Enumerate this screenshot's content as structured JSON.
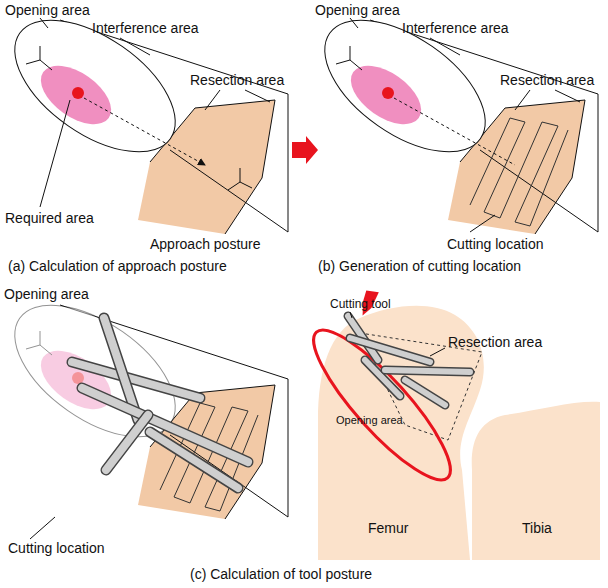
{
  "diagram": {
    "labels": [
      "Opening area",
      "Interference area",
      "Resection area",
      "Required area",
      "Approach posture",
      "(a) Calculation of approach posture",
      "Opening area",
      "Interference area",
      "Resection area",
      "Cutting location",
      "(b) Generation of cutting location",
      "Opening area",
      "Cutting location",
      "Cutting tool",
      "Resection area",
      "Opening area",
      "Femur",
      "Tibia",
      "(c) Calculation of tool posture"
    ]
  }
}
